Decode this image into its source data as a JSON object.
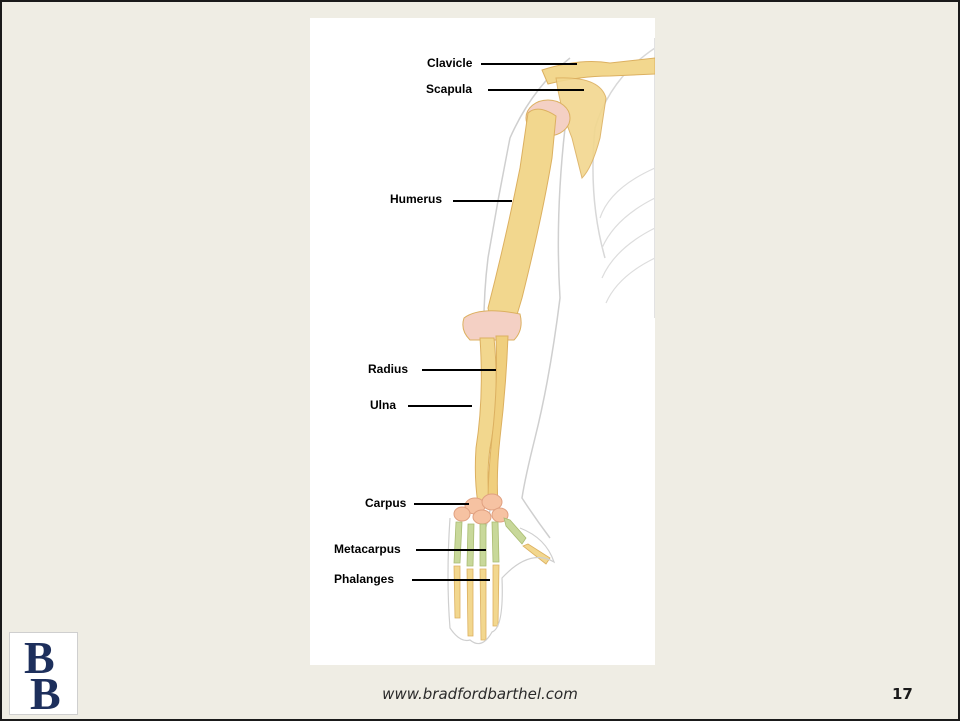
{
  "slide": {
    "website": "www.bradfordbarthel.com",
    "page_number": "17"
  },
  "logo": {
    "letters": "BB",
    "color": "#1d2f5c"
  },
  "diagram": {
    "colors": {
      "bone": "#f2d78e",
      "bone_shadow": "#dcb060",
      "joint": "#f4d0c4",
      "carpal": "#f6c2a2",
      "metacarpal": "#c8d89a",
      "outline": "#c9c9c9"
    },
    "labels": {
      "clavicle": "Clavicle",
      "scapula": "Scapula",
      "humerus": "Humerus",
      "radius": "Radius",
      "ulna": "Ulna",
      "carpus": "Carpus",
      "metacarpus": "Metacarpus",
      "phalanges": "Phalanges"
    }
  }
}
